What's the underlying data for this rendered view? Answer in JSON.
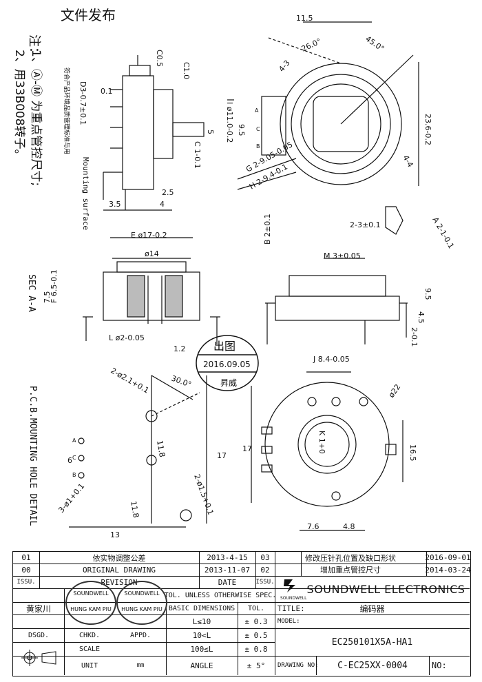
{
  "header": {
    "stamp_title": "文件发布"
  },
  "notes": {
    "heading": "注：",
    "line1": "1、Ⓐ-Ⓜ 为重点管控尺寸;",
    "line2": "2、用33B008转子。",
    "pcb_title": "P.C.B.MOUNTING HOLE DETAIL",
    "section_title": "SEC  A-A",
    "mounting_surface": "Mounting surface",
    "d_note": "符合产品环境品质管理标准与用"
  },
  "dims": {
    "c05": "C0.5",
    "c10": "C1.0",
    "p01": "0.1",
    "d_label": "D3-0.7±0.1",
    "i_label": "I ø11.0-0.2",
    "dim_95": "9.5",
    "dim_5": "5",
    "c_label": "C 1-0.1",
    "dim_25": "2.5",
    "dim_35": "3.5",
    "dim_4": "4",
    "dim_115": "11.5",
    "ang45": "45.0°",
    "ang26": "26.0°",
    "dim_43": "4-3",
    "dim_236": "23.6-0.2",
    "g_label": "G 2-9.05-0.05",
    "h_label": "H 2-9.4-0.1",
    "dim_44": "4-4",
    "dim_23": "2-3±0.1",
    "a_label": "A 2-1-0.1",
    "e_label": "E ø17-0.2",
    "d14": "ø14",
    "f_label": "F 6.5-0.1",
    "dim_75": "7.5",
    "l_label": "L ø2-0.05",
    "dim_12": "1.2",
    "b_label": "B 2±0.1",
    "m_label": "M 3±0.05",
    "dim_95b": "9.5",
    "dim_45": "4.5",
    "dim_2b": "2-0.1",
    "ang30": "30.0°",
    "hole21": "2-ø2.1+0.1",
    "dim_118a": "11.8",
    "dim_118b": "11.8",
    "dim_6": "6",
    "hole11": "3-ø1+0.1",
    "hole15": "2-ø1.5+0.1",
    "dim_17": "17",
    "dim_13": "13",
    "j_label": "J 8.4-0.05",
    "d22": "ø22",
    "k_label": "K 1+0",
    "dim_17b": "17",
    "dim_165": "16.5",
    "dim_76": "7.6",
    "dim_48": "4.8",
    "pin_a": "A",
    "pin_b": "B",
    "pin_c": "C",
    "pin_a2": "A",
    "pin_c2": "C",
    "pin_b2": "B",
    "stamp_text": "出图",
    "stamp_date": "2016.09.05",
    "stamp_sub": "昇威"
  },
  "title_block": {
    "rev_rows": [
      {
        "no": "01",
        "desc": "依实物调整公差",
        "date": "2013-4-15",
        "no2": "03",
        "desc2": "修改压针孔位置及缺口形状",
        "date2": "2016-09-01"
      },
      {
        "no": "00",
        "desc": "ORIGINAL  DRAWING",
        "date": "2013-11-07",
        "no2": "02",
        "desc2": "增加重点管控尺寸",
        "date2": "2014-03-24"
      }
    ],
    "issu": "ISSU.",
    "revision": "REVISION",
    "date_h": "DATE",
    "issu2": "ISSU.",
    "company": "SOUNDWELL  ELECTRONICS",
    "logo_text": "SOUNDWELL",
    "drafter": "黄家川",
    "sign_stamp1": "SOUNDWELL",
    "sign_stamp2": "HUNG KAM PIU",
    "tol_spec": "TOL. UNLESS OTHERWISE SPEC.",
    "basic_dim": "BASIC DIMENSIONS",
    "tol_h": "TOL.",
    "tol_rows": [
      {
        "range": "L≤10",
        "tol": "± 0.3"
      },
      {
        "range": "10<L",
        "tol": "± 0.5"
      },
      {
        "range": "100≤L",
        "tol": "± 0.8"
      }
    ],
    "angle": "ANGLE",
    "angle_tol": "± 5°",
    "title_label": "TITLE:",
    "title_value": "编码器",
    "model_label": "MODEL:",
    "model_value": "EC250101X5A-HA1",
    "drawing_label": "DRAWING NO:",
    "drawing_value": "C-EC25XX-0004",
    "no_label": "NO:",
    "dsgd": "DSGD.",
    "chkd": "CHKD.",
    "appd": "APPD.",
    "scale": "SCALE",
    "unit": "UNIT",
    "unit_value": "mm"
  }
}
